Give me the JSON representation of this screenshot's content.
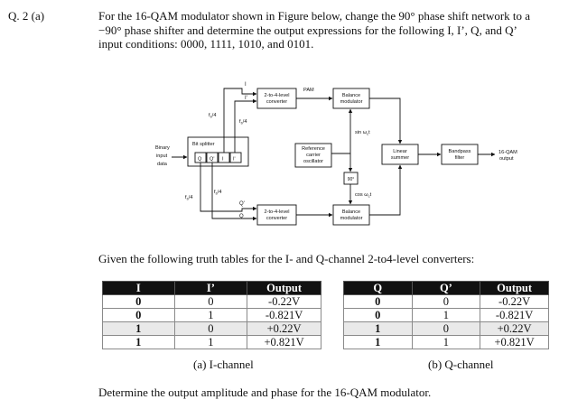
{
  "question": {
    "label": "Q. 2 (a)",
    "lines": [
      "For the 16-QAM modulator shown in Figure below, change the 90° phase shift network to a",
      "−90° phase shifter and determine the output expressions for the following I, I’, Q, and Q’",
      "input conditions: 0000, 1111, 1010, and 0101."
    ]
  },
  "diagram": {
    "binary_input": [
      "Binary",
      "input",
      "data"
    ],
    "fb4": "f",
    "fb4_sub": "b",
    "fb4_tail": "/4",
    "bit_splitter": "Bit splitter",
    "bits": [
      "Q",
      "Q'",
      "I",
      "I'"
    ],
    "I_label": "I",
    "Ip_label": "I'",
    "Q_label": "Q",
    "Qp_label": "Q'",
    "converter_top": [
      "2-to-4-level",
      "converter"
    ],
    "converter_bottom": [
      "2-to-4-level",
      "converter"
    ],
    "pam": "PAM",
    "balance_mod_top": [
      "Balance",
      "modulator"
    ],
    "balance_mod_bottom": [
      "Balance",
      "modulator"
    ],
    "sin_label": "sin ω",
    "cos_label": "cos ω",
    "carrier_sub": "c",
    "time_suffix": "t",
    "oscillator": [
      "Reference",
      "carrier",
      "oscillator"
    ],
    "phase_shift": "90°",
    "linear_summer": [
      "Linear",
      "summer"
    ],
    "bandpass": [
      "Bandpass",
      "filter"
    ],
    "output": [
      "16-QAM",
      "output"
    ]
  },
  "given_text": "Given the following truth tables for the I- and Q-channel 2-to4-level converters:",
  "tables": {
    "i_channel": {
      "headers": [
        "I",
        "I’",
        "Output"
      ],
      "rows": [
        [
          "0",
          "0",
          "-0.22V"
        ],
        [
          "0",
          "1",
          "-0.821V"
        ],
        [
          "1",
          "0",
          "+0.22V"
        ],
        [
          "1",
          "1",
          "+0.821V"
        ]
      ],
      "caption": "(a) I-channel"
    },
    "q_channel": {
      "headers": [
        "Q",
        "Q’",
        "Output"
      ],
      "rows": [
        [
          "0",
          "0",
          "-0.22V"
        ],
        [
          "0",
          "1",
          "-0.821V"
        ],
        [
          "1",
          "0",
          "+0.22V"
        ],
        [
          "1",
          "1",
          "+0.821V"
        ]
      ],
      "caption": "(b) Q-channel"
    }
  },
  "final_text": "Determine the output amplitude and phase for the 16-QAM modulator."
}
